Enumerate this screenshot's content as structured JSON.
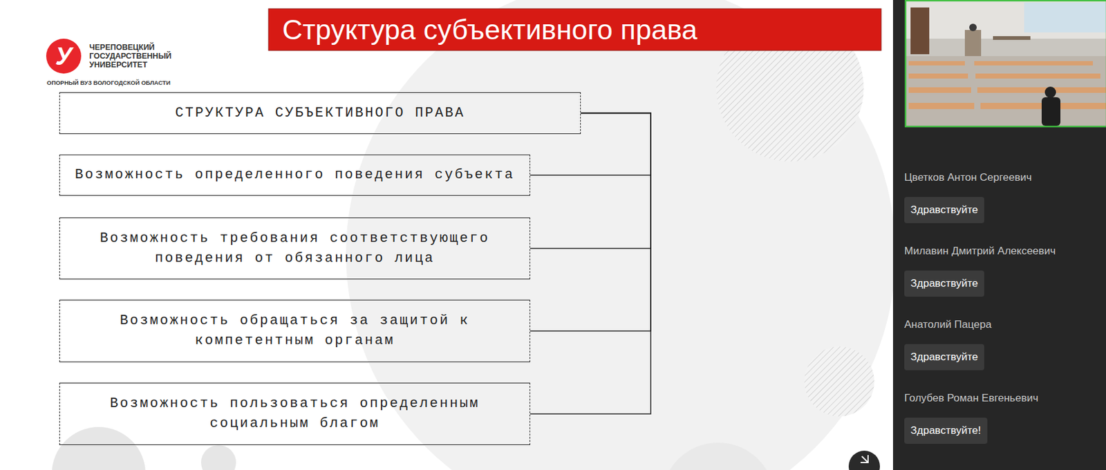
{
  "diagram": {
    "title": "Структура субъективного права",
    "nodes": [
      {
        "text": [
          "СТРУКТУРА СУБЪЕКТИВНОГО ПРАВА"
        ]
      },
      {
        "text": [
          "Возможность определенного поведения субъекта"
        ]
      },
      {
        "text": [
          "Возможность требования соответствующего поведения от обязанного лица"
        ]
      },
      {
        "text": [
          "Возможность обращаться за защитой к компетентным органам"
        ]
      },
      {
        "text": [
          "Возможность пользоваться определенным социальным благом"
        ]
      },
      {
        "text": [
          "Здравствуйте"
        ]
      },
      {
        "text": [
          "Здравствуйте"
        ]
      },
      {
        "text": [
          "Здравствуйте"
        ]
      },
      {
        "text": [
          "Здравствуйте!"
        ]
      }
    ],
    "edges": [
      {
        "from": 0,
        "to": 1,
        "arrow": "none"
      },
      {
        "from": 0,
        "to": 2,
        "arrow": "none"
      },
      {
        "from": 0,
        "to": 3,
        "arrow": "none"
      },
      {
        "from": 0,
        "to": 4,
        "arrow": "none"
      }
    ],
    "labels": [
      "У",
      "ЧЕРЕПОВЕЦКИЙ ГОСУДАРСТВЕННЫЙ УНИВЕРСИТЕТ",
      "ОПОРНЫЙ ВУЗ ВОЛОГОДСКОЙ ОБЛАСТИ",
      "Цветков Антон Сергеевич",
      "Милавин Дмитрий Алексеевич",
      "Анатолий Пацера",
      "Голубев Роман Евгеньевич"
    ]
  }
}
